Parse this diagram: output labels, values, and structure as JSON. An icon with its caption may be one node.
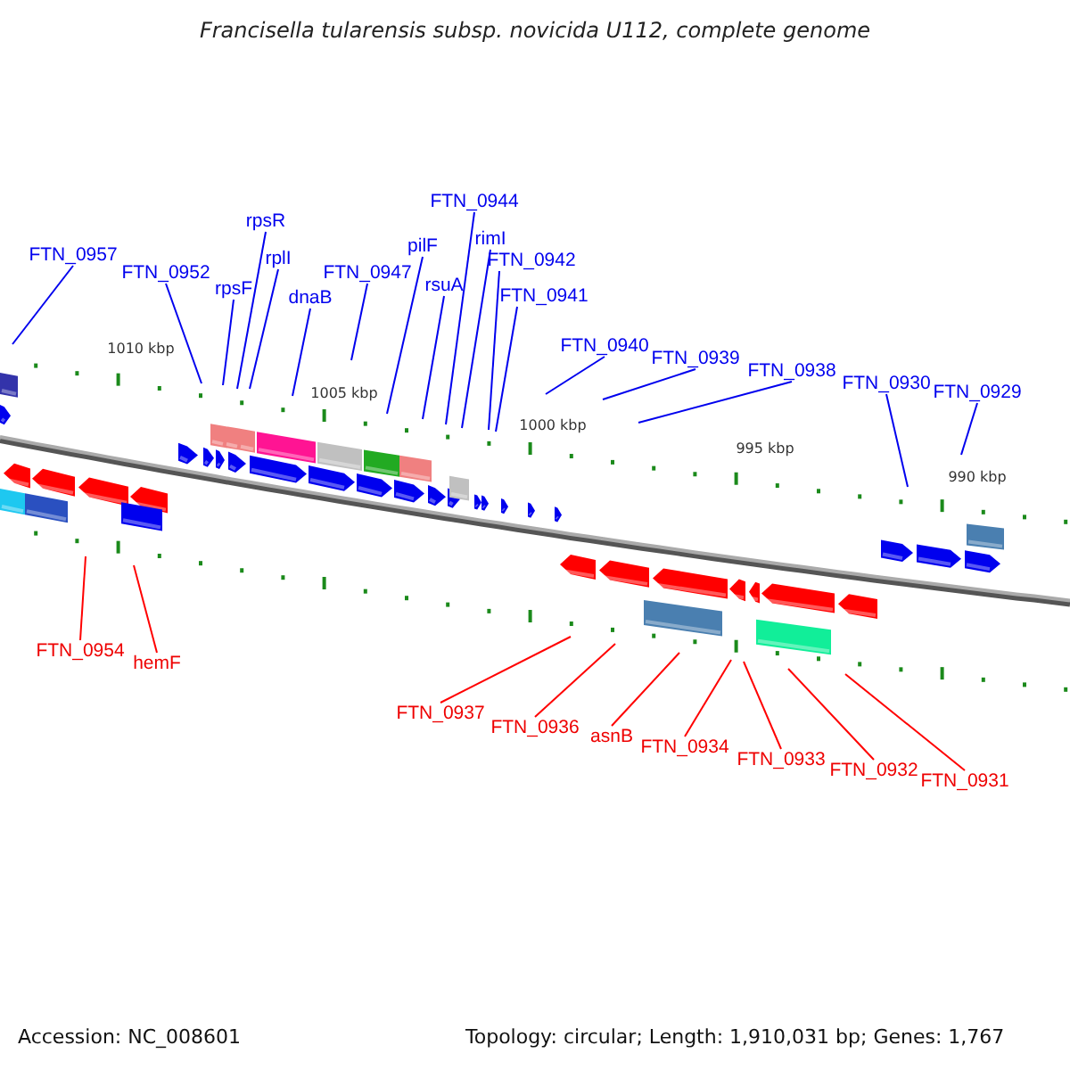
{
  "diagram": {
    "title": "Francisella tularensis subsp. novicida U112, complete genome",
    "nodes": [
      {
        "text": [
          "FTN_0957"
        ]
      },
      {
        "text": [
          "FTN_0952"
        ]
      },
      {
        "text": [
          "rpsR"
        ]
      },
      {
        "text": [
          "rpsF"
        ]
      },
      {
        "text": [
          "rplI"
        ]
      },
      {
        "text": [
          "dnaB"
        ]
      },
      {
        "text": [
          "FTN_0947"
        ]
      },
      {
        "text": [
          "pilF"
        ]
      },
      {
        "text": [
          "rsuA"
        ]
      },
      {
        "text": [
          "FTN_0944"
        ]
      },
      {
        "text": [
          "rimI"
        ]
      },
      {
        "text": [
          "FTN_0942"
        ]
      },
      {
        "text": [
          "FTN_0941"
        ]
      },
      {
        "text": [
          "FTN_0940"
        ]
      },
      {
        "text": [
          "FTN_0939"
        ]
      },
      {
        "text": [
          "FTN_0938"
        ]
      },
      {
        "text": [
          "FTN_0930"
        ]
      },
      {
        "text": [
          "FTN_0929"
        ]
      },
      {
        "text": [
          "FTN_0954"
        ]
      },
      {
        "text": [
          "hemF"
        ]
      },
      {
        "text": [
          "FTN_0937"
        ]
      },
      {
        "text": [
          "FTN_0936"
        ]
      },
      {
        "text": [
          "asnB"
        ]
      },
      {
        "text": [
          "FTN_0934"
        ]
      },
      {
        "text": [
          "FTN_0933"
        ]
      },
      {
        "text": [
          "FTN_0932"
        ]
      },
      {
        "text": [
          "FTN_0931"
        ]
      }
    ],
    "edges": [
      {
        "from": 0,
        "to": null,
        "arrow": "none"
      },
      {
        "from": 1,
        "to": null,
        "arrow": "none"
      },
      {
        "from": 2,
        "to": null,
        "arrow": "none"
      },
      {
        "from": 3,
        "to": null,
        "arrow": "none"
      },
      {
        "from": 4,
        "to": null,
        "arrow": "none"
      },
      {
        "from": 5,
        "to": null,
        "arrow": "none"
      },
      {
        "from": 6,
        "to": null,
        "arrow": "none"
      },
      {
        "from": 7,
        "to": null,
        "arrow": "none"
      },
      {
        "from": 8,
        "to": null,
        "arrow": "none"
      },
      {
        "from": 9,
        "to": null,
        "arrow": "none"
      },
      {
        "from": 10,
        "to": null,
        "arrow": "none"
      },
      {
        "from": 11,
        "to": null,
        "arrow": "none"
      },
      {
        "from": 12,
        "to": null,
        "arrow": "none"
      },
      {
        "from": 13,
        "to": null,
        "arrow": "none"
      },
      {
        "from": 14,
        "to": null,
        "arrow": "none"
      },
      {
        "from": 15,
        "to": null,
        "arrow": "none"
      },
      {
        "from": 16,
        "to": null,
        "arrow": "none"
      },
      {
        "from": 17,
        "to": null,
        "arrow": "none"
      },
      {
        "from": 18,
        "to": null,
        "arrow": "none",
        "color": "#ff0000"
      },
      {
        "from": 19,
        "to": null,
        "arrow": "none",
        "color": "#ff0000"
      },
      {
        "from": 20,
        "to": null,
        "arrow": "none",
        "color": "#ff0000"
      },
      {
        "from": 21,
        "to": null,
        "arrow": "none",
        "color": "#ff0000"
      },
      {
        "from": 22,
        "to": null,
        "arrow": "none",
        "color": "#ff0000"
      },
      {
        "from": 23,
        "to": null,
        "arrow": "none",
        "color": "#ff0000"
      },
      {
        "from": 24,
        "to": null,
        "arrow": "none",
        "color": "#ff0000"
      },
      {
        "from": 25,
        "to": null,
        "arrow": "none",
        "color": "#ff0000"
      },
      {
        "from": 26,
        "to": null,
        "arrow": "none",
        "color": "#ff0000"
      }
    ],
    "labels": [
      "1010 kbp",
      "1005 kbp",
      "1000 kbp",
      "995 kbp",
      "990 kbp",
      "Accession: NC_008601",
      "Topology: circular; Length: 1,910,031 bp; Genes: 1,767"
    ]
  }
}
